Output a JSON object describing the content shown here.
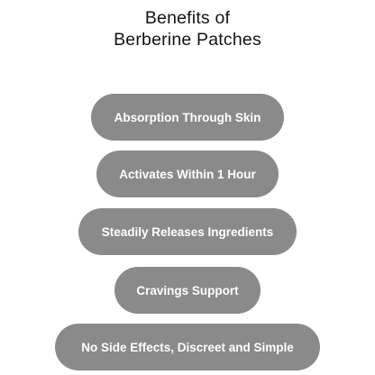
{
  "title": {
    "line1": "Benefits of",
    "line2": "Berberine Patches"
  },
  "benefits": [
    "Absorption Through Skin",
    "Activates Within 1 Hour",
    "Steadily Releases Ingredients",
    "Cravings Support",
    "No Side Effects, Discreet and Simple"
  ],
  "colors": {
    "pill_background": "#8a8a8a",
    "pill_text": "#ffffff",
    "title_text": "#141414",
    "background": "#ffffff"
  }
}
